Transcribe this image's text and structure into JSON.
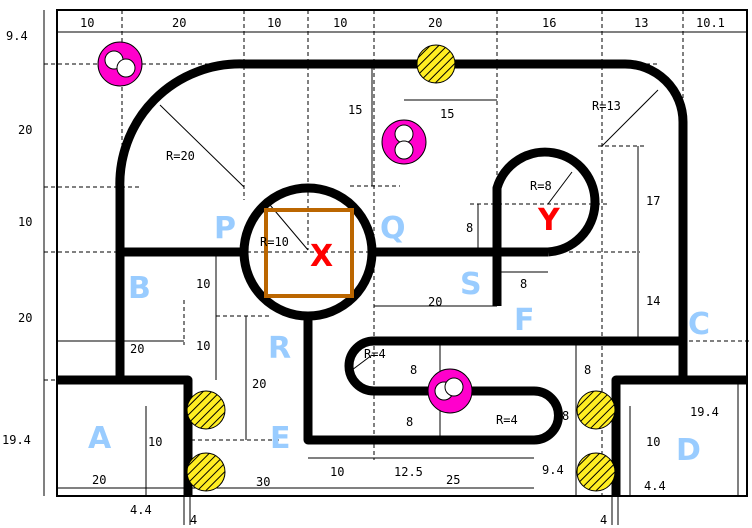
{
  "top_dims": [
    "10",
    "20",
    "10",
    "10",
    "20",
    "16",
    "13",
    "10.1"
  ],
  "left_dims": [
    "9.4",
    "20",
    "10",
    "20",
    "19.4"
  ],
  "radii": {
    "r20": "R=20",
    "r13": "R=13",
    "r10": "R=10",
    "r8": "R=8",
    "r4a": "R=4",
    "r4b": "R=4"
  },
  "inner_dims": {
    "d15v": "15",
    "d15h": "15",
    "d17": "17",
    "d14": "14",
    "d8s": "8",
    "d8h": "8",
    "d10b1": "10",
    "d10b2": "10",
    "d20r": "20",
    "d20l": "20",
    "d20s": "20",
    "d8e1": "8",
    "d8e2": "8",
    "d8r1": "8",
    "d8r2": "8",
    "d10a": "10",
    "d10d": "10",
    "d194": "19.4",
    "d10bot": "10",
    "d125": "12.5",
    "d25": "25",
    "d94b": "9.4",
    "d44r": "4.4",
    "d20a": "20",
    "d30": "30",
    "d44l": "4.4",
    "d4l": "4",
    "d4r": "4"
  },
  "zones": {
    "A": "A",
    "B": "B",
    "C": "C",
    "D": "D",
    "E": "E",
    "F": "F",
    "P": "P",
    "Q": "Q",
    "R": "R",
    "S": "S"
  },
  "markers": {
    "X": "X",
    "Y": "Y"
  },
  "colors": {
    "zone_label": "#99ccff",
    "marker": "#ff0000",
    "box": "#bb6600",
    "magenta": "#ff00cc",
    "yellow": "#ffee22"
  }
}
